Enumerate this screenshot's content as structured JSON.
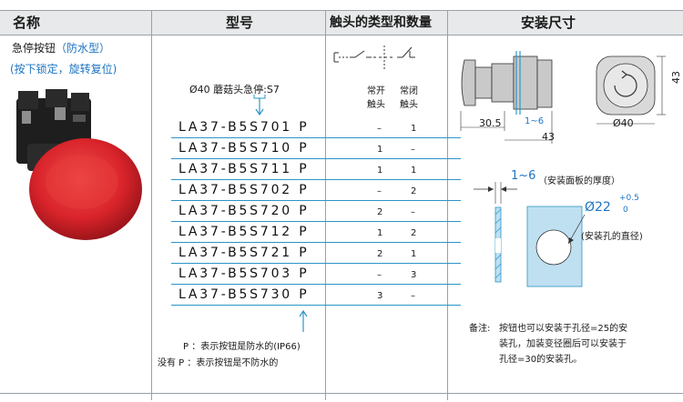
{
  "headers": {
    "name": "名称",
    "model": "型号",
    "contact_type": "触头的类型和数量",
    "mounting_dims": "安装尺寸"
  },
  "product": {
    "name_part1": "急停按钮",
    "name_part2": "（防水型）",
    "desc": "(按下锁定，旋转复位)"
  },
  "model_section": {
    "type_label": "Ø40 蘑菇头急停:S7",
    "rows": [
      {
        "code": "LA37-B5S701 P",
        "no": "–",
        "nc": "1"
      },
      {
        "code": "LA37-B5S710 P",
        "no": "1",
        "nc": "–"
      },
      {
        "code": "LA37-B5S711 P",
        "no": "1",
        "nc": "1"
      },
      {
        "code": "LA37-B5S702 P",
        "no": "–",
        "nc": "2"
      },
      {
        "code": "LA37-B5S720 P",
        "no": "2",
        "nc": "–"
      },
      {
        "code": "LA37-B5S712 P",
        "no": "1",
        "nc": "2"
      },
      {
        "code": "LA37-B5S721 P",
        "no": "2",
        "nc": "1"
      },
      {
        "code": "LA37-B5S703 P",
        "no": "–",
        "nc": "3"
      },
      {
        "code": "LA37-B5S730 P",
        "no": "3",
        "nc": "–"
      }
    ],
    "note_line1": "P ：表示按钮是防水的(IP66)",
    "note_line2": "没有 P ：表示按钮是不防水的"
  },
  "contacts": {
    "no_label_1": "常开",
    "no_label_2": "触头",
    "nc_label_1": "常闭",
    "nc_label_2": "触头"
  },
  "dimensions": {
    "length_front": "30.5",
    "gap": "1~6",
    "length_total": "43",
    "height": "43",
    "diameter": "Ø40",
    "panel_thickness": "1~6",
    "panel_thickness_note": "（安装面板的厚度）",
    "hole_diameter": "Ø22",
    "hole_tol_upper": "+0.5",
    "hole_tol_lower": "0",
    "hole_note": "(安装孔的直径)"
  },
  "remark": {
    "label": "备注:",
    "line1": "按钮也可以安装于孔径=25的安",
    "line2": "装孔，加装变径圈后可以安装于",
    "line3": "孔径=30的安装孔。"
  },
  "colors": {
    "accent_blue": "#1d74c2",
    "rule_blue": "#2b95c6",
    "panel_blue": "#bfe0f1",
    "button_red": "#d8232a",
    "header_bg": "#e7e9ea"
  }
}
